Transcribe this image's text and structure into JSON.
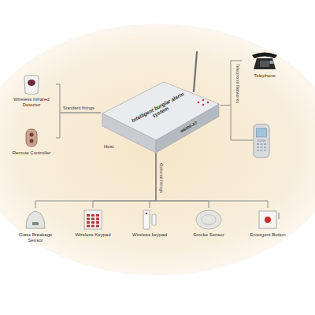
{
  "diagram": {
    "nodes": [
      {
        "text": [
          "Intelligent burglar alarm system",
          "W6000-A7",
          "Host"
        ]
      },
      {
        "text": [
          "Wireless Infrared Detector"
        ]
      },
      {
        "text": [
          "Remote Controller"
        ]
      },
      {
        "text": [
          "Telephone"
        ]
      },
      {
        "text": [
          "Glass Breakage Sensor"
        ]
      },
      {
        "text": [
          "Wireless Keypad"
        ]
      },
      {
        "text": [
          "Wireless keypad"
        ]
      },
      {
        "text": [
          "Smoke Sensor"
        ]
      },
      {
        "text": [
          "Emergent Button"
        ]
      }
    ],
    "edges": [
      {
        "from": 0,
        "to": 1,
        "arrow": "none"
      },
      {
        "from": 0,
        "to": 2,
        "arrow": "none"
      },
      {
        "from": 0,
        "to": 3,
        "arrow": "none"
      },
      {
        "from": 0,
        "to": 4,
        "arrow": "none"
      },
      {
        "from": 0,
        "to": 5,
        "arrow": "none"
      },
      {
        "from": 0,
        "to": 6,
        "arrow": "none"
      },
      {
        "from": 0,
        "to": 7,
        "arrow": "none"
      },
      {
        "from": 0,
        "to": 8,
        "arrow": "none"
      }
    ],
    "labels": [
      "Standard fittings",
      "Telephone Networks",
      "Optional fittings"
    ]
  }
}
